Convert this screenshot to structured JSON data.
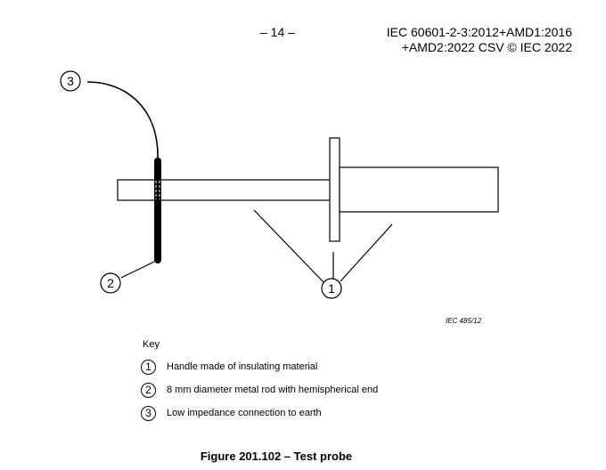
{
  "header": {
    "page_number": "– 14 –",
    "doc_ref_line1": "IEC 60601-2-3:2012+AMD1:2016",
    "doc_ref_line2": "+AMD2:2022 CSV © IEC 2022"
  },
  "figure": {
    "callouts": {
      "connection": "3",
      "rod": "2",
      "handle": "1"
    },
    "iec_code": "IEC   485/12",
    "caption": "Figure 201.102 – Test probe"
  },
  "key": {
    "title": "Key",
    "items": [
      {
        "num": "1",
        "text": "Handle made of insulating material"
      },
      {
        "num": "2",
        "text": "8 mm diameter metal rod with hemispherical end"
      },
      {
        "num": "3",
        "text": "Low impedance connection to earth"
      }
    ]
  }
}
